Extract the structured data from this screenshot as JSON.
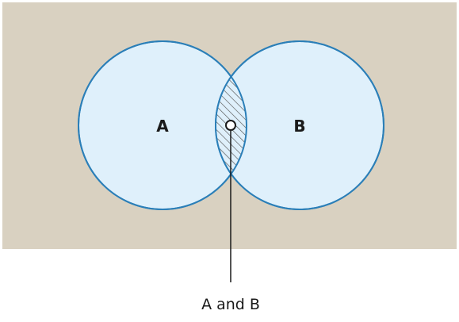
{
  "diagram": {
    "type": "venn",
    "sets": [
      {
        "label": "A"
      },
      {
        "label": "B"
      }
    ],
    "intersection": {
      "label": "A and B"
    },
    "colors": {
      "background": "#d9d1c1",
      "circle_fill": "#dff0fb",
      "circle_stroke": "#2b7fb8",
      "hatch": "#555555",
      "callout_line": "#1a1a1a"
    }
  }
}
